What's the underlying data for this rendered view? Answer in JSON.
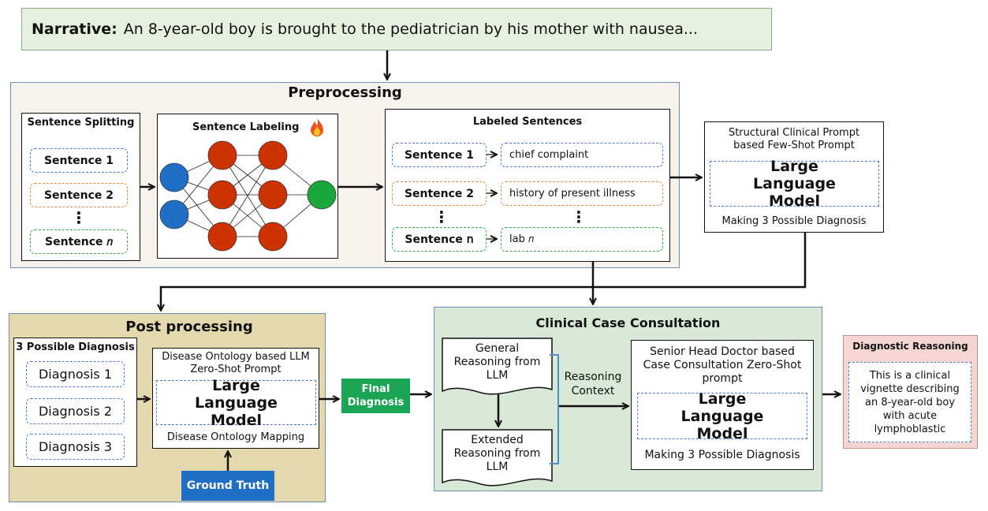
{
  "narrative": {
    "label": "Narrative:",
    "text": "An 8-year-old boy is brought to the pediatrician by his mother with nausea..."
  },
  "preprocessing": {
    "title": "Preprocessing",
    "splitting": {
      "title": "Sentence Splitting",
      "items": [
        "Sentence 1",
        "Sentence 2",
        "⋮",
        "Sentence 𝑛"
      ]
    },
    "labeling": {
      "title": "Sentence Labeling",
      "icon": "fire-icon"
    },
    "labeled": {
      "title": "Labeled Sentences",
      "rows": [
        {
          "sentence": "Sentence 1",
          "label": "chief complaint"
        },
        {
          "sentence": "Sentence 2",
          "label": "history of present illness"
        },
        {
          "sentence": "Sentence 𝗇",
          "label": "lab 𝑛"
        }
      ],
      "ellipsis": "⋮"
    }
  },
  "structural_prompt": {
    "title": "Structural Clinical Prompt based Few-Shot Prompt",
    "model": "Large Language Model",
    "footer": "Making 3 Possible Diagnosis"
  },
  "post_processing": {
    "title": "Post processing",
    "possible": {
      "title": "3 Possible Diagnosis",
      "items": [
        "Diagnosis 1",
        "Diagnosis 2",
        "Diagnosis 3"
      ]
    },
    "ontology": {
      "title": "Disease Ontology based LLM Zero-Shot Prompt",
      "model": "Large Language Model",
      "footer": "Disease Ontology Mapping"
    },
    "ground_truth": "Ground Truth"
  },
  "final_diagnosis": "Final Diagnosis",
  "consultation": {
    "title": "Clinical Case Consultation",
    "general": "General Reasoning from LLM",
    "extended": "Extended Reasoning from LLM",
    "context": "Reasoning Context",
    "senior": {
      "title": "Senior Head Doctor based Case Consultation Zero-Shot prompt",
      "model": "Large Language Model",
      "footer": "Making 3 Possible Diagnosis"
    }
  },
  "diagnostic_reasoning": {
    "title": "Diagnostic Reasoning",
    "text": "This is a clinical vignette describing an 8-year-old boy with acute lymphoblastic"
  },
  "colors": {
    "node_blue": "#1f6fc6",
    "node_red": "#cc3300",
    "node_green": "#1aa83c",
    "preprocess_bg": "#f7f3ec",
    "post_bg": "#e4d9ac",
    "consult_bg": "#d9e9d8",
    "reasoning_bg": "#f6d6d2",
    "final_bg": "#1da556",
    "gt_bg": "#1f6fc6"
  }
}
